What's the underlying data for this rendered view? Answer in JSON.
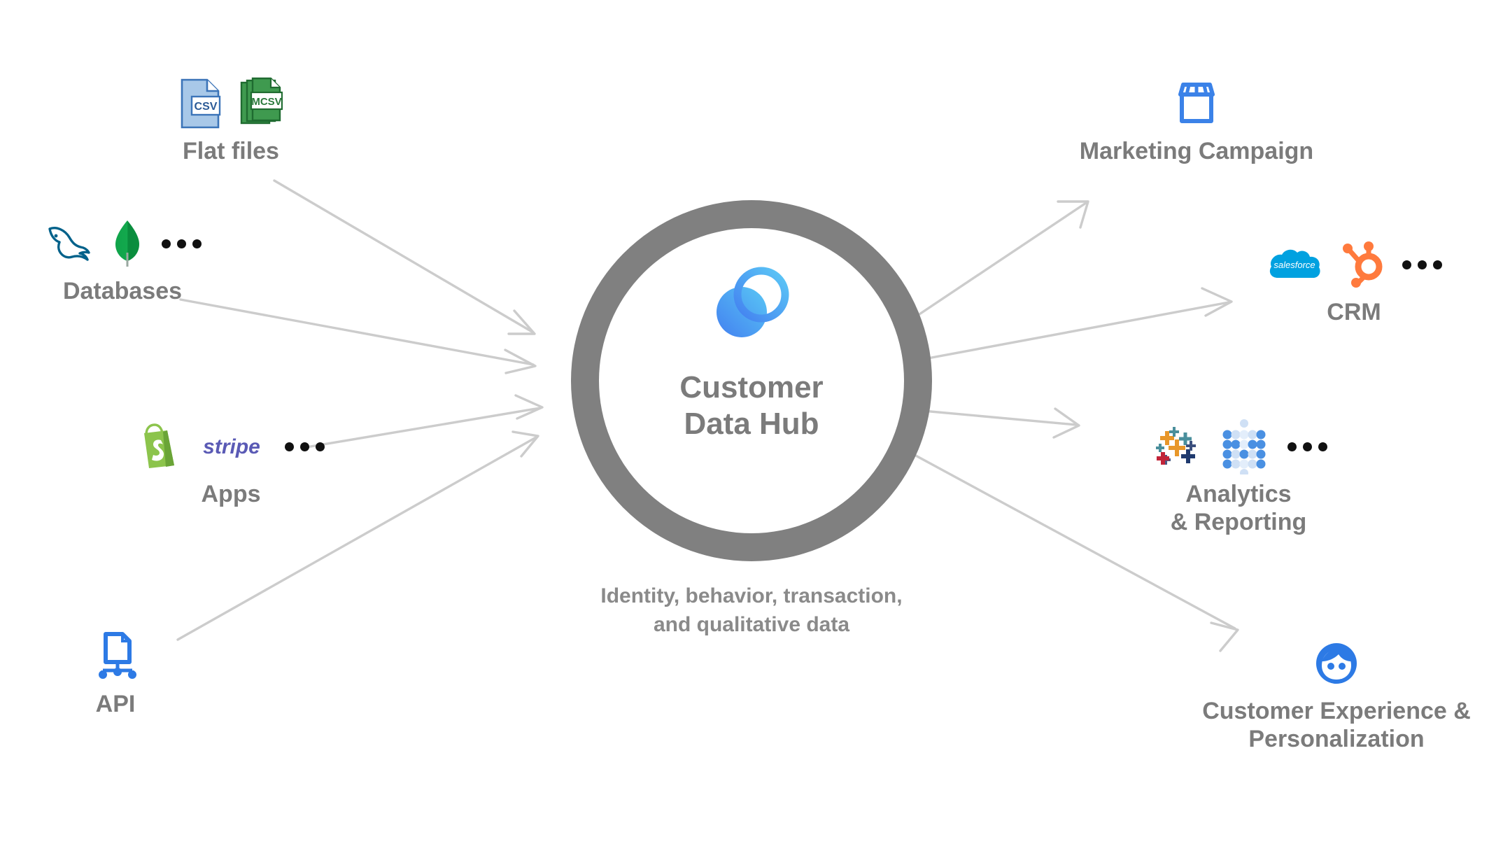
{
  "hub": {
    "title": "Customer\nData Hub",
    "caption": "Identity, behavior, transaction,\nand qualitative data",
    "logo_icon": "overlapping-circles-logo",
    "ring_color": "#808080",
    "text_color": "#7b7b7b"
  },
  "sources": [
    {
      "key": "flat-files",
      "label": "Flat files",
      "icons": [
        "csv-file-icon",
        "mcsv-files-icon"
      ],
      "icon_labels": [
        "CSV",
        "MCSV"
      ],
      "has_ellipsis": false
    },
    {
      "key": "databases",
      "label": "Databases",
      "icons": [
        "mysql-dolphin-icon",
        "mongodb-leaf-icon"
      ],
      "has_ellipsis": true
    },
    {
      "key": "apps",
      "label": "Apps",
      "icons": [
        "shopify-bag-icon",
        "stripe-wordmark-icon"
      ],
      "icon_labels": [
        "",
        "stripe"
      ],
      "has_ellipsis": true
    },
    {
      "key": "api",
      "label": "API",
      "icons": [
        "api-document-network-icon"
      ],
      "has_ellipsis": false
    }
  ],
  "destinations": [
    {
      "key": "marketing-campaign",
      "label": "Marketing Campaign",
      "icons": [
        "storefront-icon"
      ],
      "has_ellipsis": false
    },
    {
      "key": "crm",
      "label": "CRM",
      "icons": [
        "salesforce-cloud-icon",
        "hubspot-sprocket-icon"
      ],
      "icon_labels": [
        "salesforce",
        ""
      ],
      "has_ellipsis": true
    },
    {
      "key": "analytics-reporting",
      "label": "Analytics\n& Reporting",
      "icons": [
        "tableau-plus-icon",
        "looker-dot-grid-icon"
      ],
      "has_ellipsis": true
    },
    {
      "key": "customer-experience",
      "label": "Customer Experience &\nPersonalization",
      "icons": [
        "customer-face-icon"
      ],
      "has_ellipsis": false
    }
  ],
  "colors": {
    "arrow": "#cccccc",
    "label": "#7b7b7b",
    "blue": "#3b82e8",
    "csv_blue": "#a8c8e8",
    "mcsv_green": "#3f9a4f",
    "shopify_green": "#8cc44c",
    "stripe_purple": "#5a5ab5",
    "salesforce_blue": "#00a1e0",
    "hubspot_orange": "#ff7a3d",
    "mongodb_green": "#12a24a",
    "mysql_teal": "#00618a"
  },
  "arrows": [
    {
      "from": "flat-files",
      "to": "hub",
      "direction": "inbound"
    },
    {
      "from": "databases",
      "to": "hub",
      "direction": "inbound"
    },
    {
      "from": "apps",
      "to": "hub",
      "direction": "inbound"
    },
    {
      "from": "api",
      "to": "hub",
      "direction": "inbound"
    },
    {
      "from": "hub",
      "to": "marketing-campaign",
      "direction": "outbound"
    },
    {
      "from": "hub",
      "to": "crm",
      "direction": "outbound"
    },
    {
      "from": "hub",
      "to": "analytics-reporting",
      "direction": "outbound"
    },
    {
      "from": "hub",
      "to": "customer-experience",
      "direction": "outbound"
    }
  ]
}
